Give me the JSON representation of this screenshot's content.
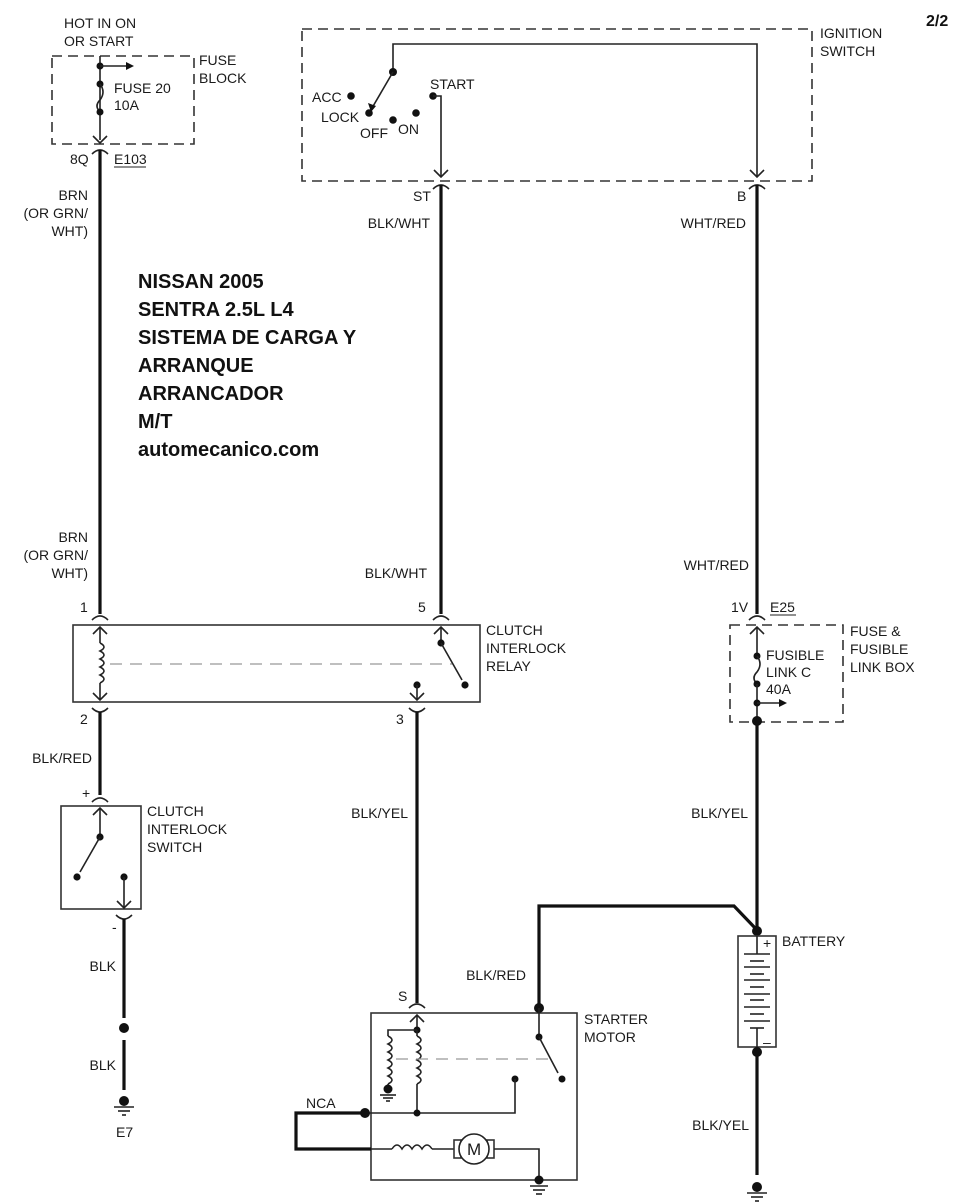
{
  "page": {
    "page_number": "2/2"
  },
  "title_block": {
    "lines": [
      "NISSAN 2005",
      "SENTRA 2.5L L4",
      "SISTEMA DE CARGA Y",
      "ARRANQUE",
      "ARRANCADOR",
      "M/T",
      "automecanico.com"
    ]
  },
  "fuse_block": {
    "supply_label_1": "HOT IN ON",
    "supply_label_2": "OR START",
    "name_1": "FUSE",
    "name_2": "BLOCK",
    "fuse_1": "FUSE 20",
    "fuse_2": "10A",
    "pin": "8Q",
    "connector": "E103"
  },
  "ignition_switch": {
    "name_1": "IGNITION",
    "name_2": "SWITCH",
    "positions": [
      "ACC",
      "LOCK",
      "OFF",
      "ON",
      "START"
    ],
    "pin_st": "ST",
    "pin_b": "B"
  },
  "fusible_link_box": {
    "name_1": "FUSE &",
    "name_2": "FUSIBLE",
    "name_3": "LINK BOX",
    "link_1": "FUSIBLE",
    "link_2": "LINK C",
    "link_3": "40A",
    "pin": "1V",
    "connector": "E25"
  },
  "clutch_interlock_relay": {
    "name_1": "CLUTCH",
    "name_2": "INTERLOCK",
    "name_3": "RELAY",
    "pins": [
      "1",
      "2",
      "3",
      "5"
    ]
  },
  "clutch_interlock_switch": {
    "name_1": "CLUTCH",
    "name_2": "INTERLOCK",
    "name_3": "SWITCH",
    "pin_plus": "+",
    "pin_minus": "-"
  },
  "starter_motor": {
    "name_1": "STARTER",
    "name_2": "MOTOR",
    "pin_s": "S",
    "nca": "NCA",
    "motor_symbol": "M"
  },
  "battery": {
    "name": "BATTERY",
    "plus": "+",
    "minus": "–"
  },
  "ground": {
    "e7": "E7"
  },
  "wires": {
    "brn_1": "BRN",
    "brn_2": "(OR GRN/",
    "brn_3": "WHT)",
    "blk_wht": "BLK/WHT",
    "wht_red": "WHT/RED",
    "blk_red": "BLK/RED",
    "blk_yel": "BLK/YEL",
    "blk": "BLK"
  }
}
